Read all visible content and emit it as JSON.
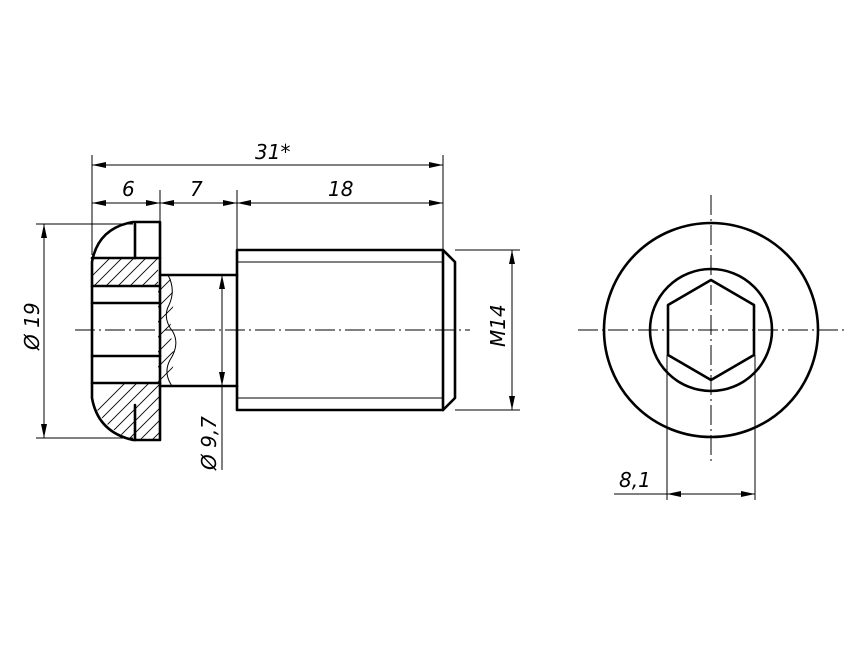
{
  "drawing": {
    "dimensions": {
      "overall_length": "31*",
      "head_length": "6",
      "neck_length": "7",
      "thread_length": "18",
      "head_diameter": "Ø 19",
      "neck_diameter": "Ø 9,7",
      "thread_size": "M14",
      "hex_socket_size": "8,1"
    },
    "colors": {
      "line": "#000000",
      "background": "#ffffff"
    }
  }
}
